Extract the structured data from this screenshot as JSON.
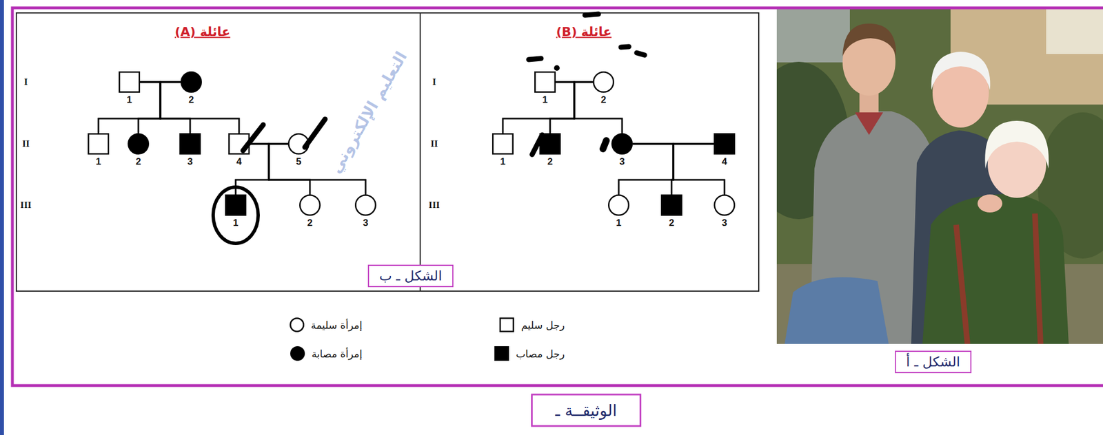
{
  "diagram": {
    "caption": "الوثيقــة ـ",
    "nodes": [
      {
        "text": [
          "عائلة (A)"
        ]
      },
      {
        "text": [
          "1"
        ],
        "in": 0
      },
      {
        "text": [
          "2"
        ],
        "in": 0
      },
      {
        "text": [
          "1"
        ],
        "in": 0
      },
      {
        "text": [
          "2"
        ],
        "in": 0
      },
      {
        "text": [
          "3"
        ],
        "in": 0
      },
      {
        "text": [
          "4"
        ],
        "in": 0
      },
      {
        "text": [
          "5"
        ],
        "in": 0
      },
      {
        "text": [
          "1"
        ],
        "in": 0
      },
      {
        "text": [
          "2"
        ],
        "in": 0
      },
      {
        "text": [
          "3"
        ],
        "in": 0
      },
      {
        "text": [
          "عائلة (B)"
        ]
      },
      {
        "text": [
          "1"
        ],
        "in": 11
      },
      {
        "text": [
          "2"
        ],
        "in": 11
      },
      {
        "text": [
          "1"
        ],
        "in": 11
      },
      {
        "text": [
          "2"
        ],
        "in": 11
      },
      {
        "text": [
          "3"
        ],
        "in": 11
      },
      {
        "text": [
          "4"
        ],
        "in": 11
      },
      {
        "text": [
          "1"
        ],
        "in": 11
      },
      {
        "text": [
          "2"
        ],
        "in": 11
      },
      {
        "text": [
          "3"
        ],
        "in": 11
      }
    ],
    "edges": [
      {
        "from": 1,
        "to": 2,
        "arrow": "none"
      },
      {
        "from": 1,
        "to": 3,
        "arrow": "none"
      },
      {
        "from": 1,
        "to": 4,
        "arrow": "none"
      },
      {
        "from": 1,
        "to": 5,
        "arrow": "none"
      },
      {
        "from": 1,
        "to": 6,
        "arrow": "none"
      },
      {
        "from": 2,
        "to": 3,
        "arrow": "none"
      },
      {
        "from": 2,
        "to": 4,
        "arrow": "none"
      },
      {
        "from": 2,
        "to": 5,
        "arrow": "none"
      },
      {
        "from": 2,
        "to": 6,
        "arrow": "none"
      },
      {
        "from": 6,
        "to": 7,
        "arrow": "none"
      },
      {
        "from": 6,
        "to": 8,
        "arrow": "none"
      },
      {
        "from": 6,
        "to": 9,
        "arrow": "none"
      },
      {
        "from": 6,
        "to": 10,
        "arrow": "none"
      },
      {
        "from": 7,
        "to": 8,
        "arrow": "none"
      },
      {
        "from": 7,
        "to": 9,
        "arrow": "none"
      },
      {
        "from": 7,
        "to": 10,
        "arrow": "none"
      },
      {
        "from": 12,
        "to": 13,
        "arrow": "none"
      },
      {
        "from": 12,
        "to": 14,
        "arrow": "none"
      },
      {
        "from": 12,
        "to": 15,
        "arrow": "none"
      },
      {
        "from": 12,
        "to": 16,
        "arrow": "none"
      },
      {
        "from": 13,
        "to": 14,
        "arrow": "none"
      },
      {
        "from": 13,
        "to": 15,
        "arrow": "none"
      },
      {
        "from": 13,
        "to": 16,
        "arrow": "none"
      },
      {
        "from": 16,
        "to": 17,
        "arrow": "none"
      },
      {
        "from": 16,
        "to": 18,
        "arrow": "none"
      },
      {
        "from": 16,
        "to": 19,
        "arrow": "none"
      },
      {
        "from": 16,
        "to": 20,
        "arrow": "none"
      },
      {
        "from": 17,
        "to": 18,
        "arrow": "none"
      },
      {
        "from": 17,
        "to": 19,
        "arrow": "none"
      },
      {
        "from": 17,
        "to": 20,
        "arrow": "none"
      }
    ],
    "labels": [
      "I",
      "II",
      "III",
      "I",
      "II",
      "III",
      "الشكل ـ ب",
      "الشكل ـ أ",
      "التعليم الإلكتروني"
    ],
    "legend": [
      {
        "text": "رجل سليم"
      },
      {
        "text": "رجل مصاب"
      },
      {
        "text": "إمرأة سليمة"
      },
      {
        "text": "إمرأة مصابة"
      }
    ]
  }
}
